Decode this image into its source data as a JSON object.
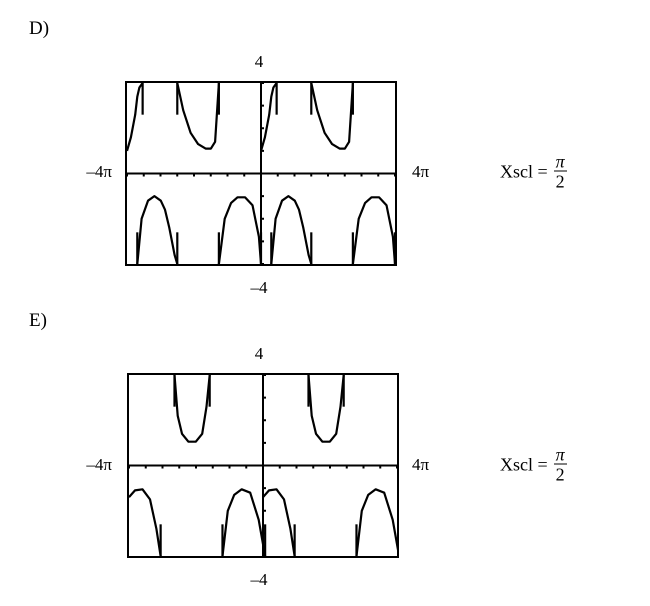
{
  "chart_data": [
    {
      "option": "D)",
      "type": "line",
      "ymax_label": "4",
      "ymin_label": "–4",
      "xmin_label": "–4π",
      "xmax_label": "4π",
      "xscl_label": "Xscl =",
      "xscl_num": "π",
      "xscl_den": "2",
      "xlim": [
        "-4π",
        "4π"
      ],
      "ylim": [
        -4,
        4
      ],
      "axes": {
        "x_ticks_per_side": 8,
        "y_ticks_per_side": 4
      },
      "function_shape": "secant branches, period 2π; upward branches on the interval endpoints side, downward branches centered at ±π",
      "series": [
        {
          "branches": [
            {
              "x": [
                -12.57,
                -12.2,
                -11.8,
                -11.6,
                -11.4,
                -11.1
              ],
              "y": [
                1.0,
                1.6,
                2.6,
                3.4,
                3.8,
                4.0
              ],
              "dir": "up"
            },
            {
              "x": [
                -7.85,
                -8.1,
                -8.6,
                -9.0,
                -9.4,
                -10.0,
                -10.6,
                -11.2,
                -11.6
              ],
              "y": [
                -4.0,
                -3.6,
                -2.4,
                -1.6,
                -1.2,
                -1.0,
                -1.2,
                -2.0,
                -4.0
              ],
              "dir": "down"
            },
            {
              "x": [
                -7.85,
                -7.3,
                -6.6,
                -5.9,
                -5.2,
                -4.7,
                -4.3,
                -3.95
              ],
              "y": [
                4.0,
                2.8,
                1.8,
                1.3,
                1.1,
                1.1,
                1.4,
                4.0
              ],
              "dir": "up"
            },
            {
              "x": [
                -3.95,
                -3.4,
                -2.8,
                -2.2,
                -1.5,
                -0.8,
                -0.2,
                0.0
              ],
              "y": [
                -4.0,
                -2.0,
                -1.3,
                -1.05,
                -1.05,
                -1.4,
                -2.8,
                -4.0
              ],
              "dir": "down"
            }
          ]
        }
      ]
    },
    {
      "option": "E)",
      "type": "line",
      "ymax_label": "4",
      "ymin_label": "–4",
      "xmin_label": "–4π",
      "xmax_label": "4π",
      "xscl_label": "Xscl =",
      "xscl_num": "π",
      "xscl_den": "2",
      "xlim": [
        "-4π",
        "4π"
      ],
      "ylim": [
        -4,
        4
      ],
      "axes": {
        "x_ticks_per_side": 8,
        "y_ticks_per_side": 4
      },
      "function_shape": "secant/cosecant branches, period 2π; upward branches centered near -2.5π and 1.5π, downward branches centered near -3.5π and 0.5π",
      "series": [
        {
          "branches": [
            {
              "x": [
                -12.57,
                -12.0,
                -11.3,
                -10.6,
                -10.0,
                -9.6
              ],
              "y": [
                -1.4,
                -1.1,
                -1.05,
                -1.5,
                -2.8,
                -4.0
              ],
              "dir": "down"
            },
            {
              "x": [
                -8.3,
                -8.0,
                -7.6,
                -7.0,
                -6.3,
                -5.7,
                -5.3,
                -5.0
              ],
              "y": [
                4.0,
                2.2,
                1.4,
                1.05,
                1.05,
                1.4,
                2.6,
                4.0
              ],
              "dir": "up"
            },
            {
              "x": [
                -3.8,
                -3.3,
                -2.7,
                -2.0,
                -1.2,
                -0.4,
                0.2
              ],
              "y": [
                -4.0,
                -2.0,
                -1.3,
                -1.05,
                -1.2,
                -2.4,
                -4.0
              ],
              "dir": "down"
            }
          ]
        }
      ]
    }
  ]
}
